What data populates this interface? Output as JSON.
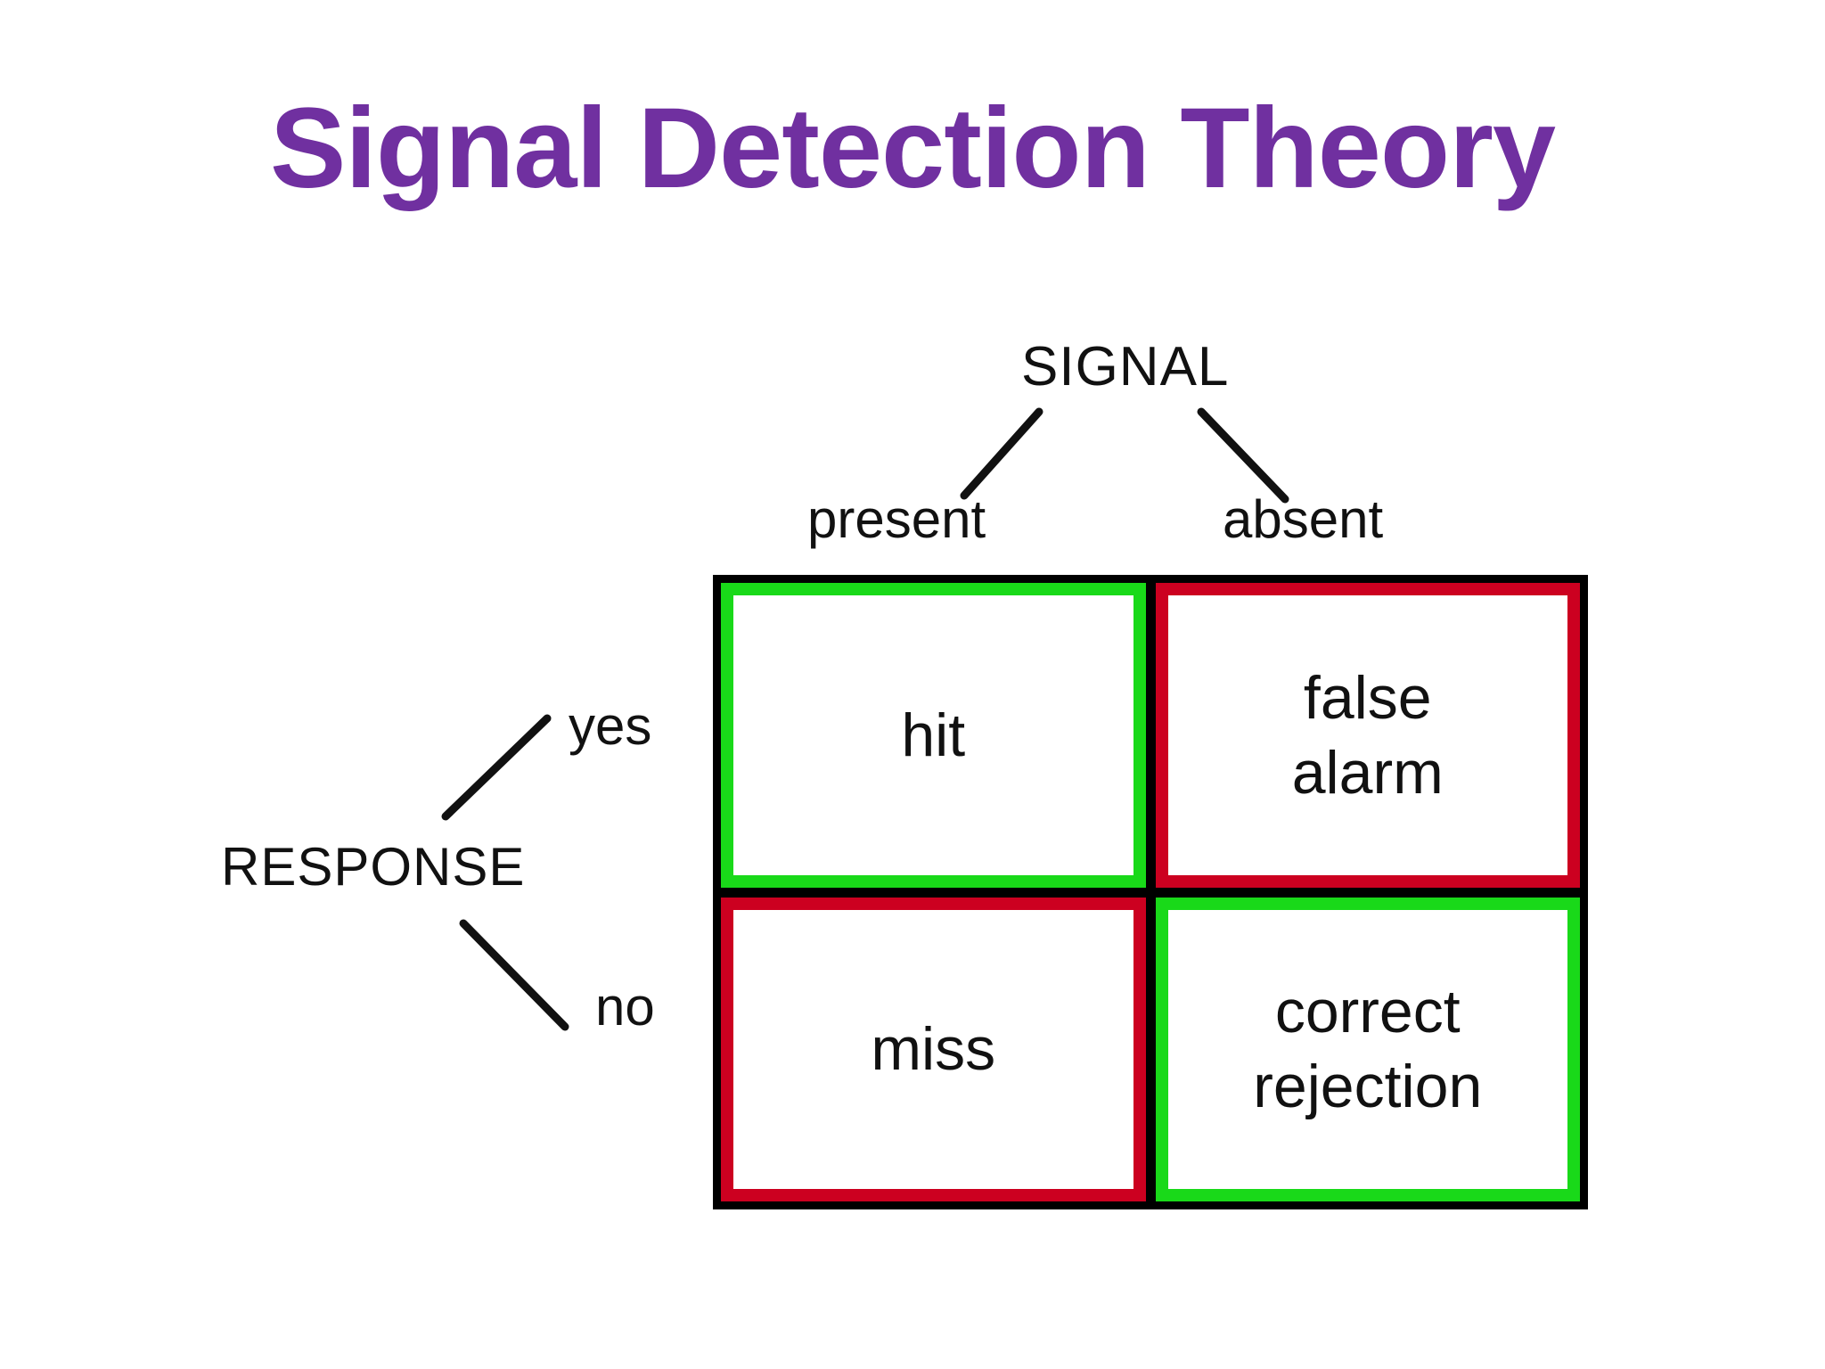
{
  "slide": {
    "title": "Signal Detection Theory",
    "title_color": "#7030A0",
    "background_color": "#FFFFFF"
  },
  "diagram": {
    "name": "signal-detection-theory-matrix",
    "column_header": "SIGNAL",
    "column_labels": [
      "present",
      "absent"
    ],
    "row_header": "RESPONSE",
    "row_labels": [
      "yes",
      "no"
    ],
    "outcome_color_green": "#19D919",
    "outcome_color_red": "#CC0020",
    "grid_border_color": "#000000",
    "cells": [
      {
        "id": "hit",
        "label": "hit",
        "row": "yes",
        "column": "present",
        "accent": "green"
      },
      {
        "id": "false-alarm",
        "label": "false\nalarm",
        "label_line1": "false",
        "label_line2": "alarm",
        "row": "yes",
        "column": "absent",
        "accent": "red"
      },
      {
        "id": "miss",
        "label": "miss",
        "row": "no",
        "column": "present",
        "accent": "red"
      },
      {
        "id": "correct-rejection",
        "label": "correct\nrejection",
        "label_line1": "correct",
        "label_line2": "rejection",
        "row": "no",
        "column": "absent",
        "accent": "green"
      }
    ]
  }
}
